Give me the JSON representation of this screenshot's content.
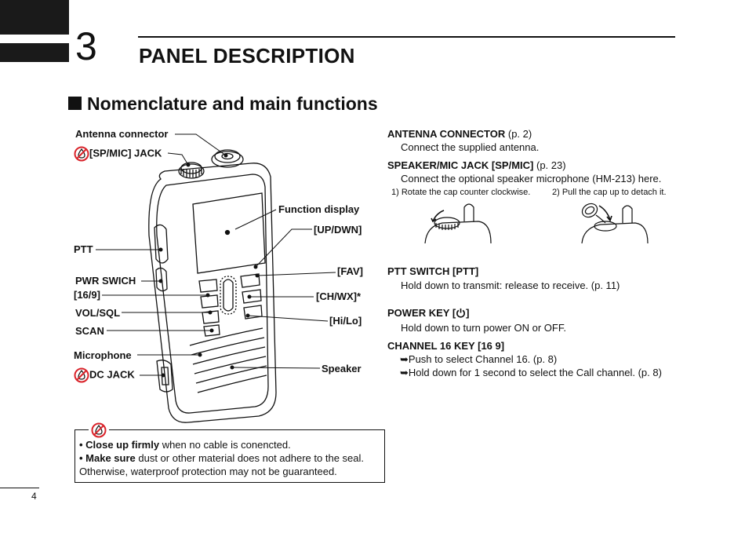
{
  "header": {
    "chapter_number": "3",
    "chapter_title": "PANEL DESCRIPTION",
    "section_title": "Nomenclature and main functions"
  },
  "diagram_labels": {
    "antenna_connector": "Antenna connector",
    "sp_mic_jack": "[SP/MIC] JACK",
    "function_display": "Function display",
    "up_dwn": "[UP/DWN]",
    "ptt": "PTT",
    "fav": "[FAV]",
    "pwr_switch": "PWR SWICH",
    "key_16_9": "[16/9]",
    "ch_wx": "[CH/WX]*",
    "vol_sql": "VOL/SQL",
    "hi_lo": "[Hi/Lo]",
    "scan": "SCAN",
    "microphone": "Microphone",
    "dc_jack": "DC JACK",
    "speaker": "Speaker"
  },
  "descriptions": {
    "antenna_title": "ANTENNA CONNECTOR",
    "antenna_page": "(p. 2)",
    "antenna_text": "Connect the supplied antenna.",
    "spmic_title": "SPEAKER/MIC JACK [SP/MIC]",
    "spmic_page": "(p. 23)",
    "spmic_text": "Connect the optional speaker microphone (HM-213) here.",
    "step1": "1) Rotate the cap counter clockwise.",
    "step2": "2) Pull the cap up to detach it.",
    "ptt_title": "PTT SWITCH [PTT]",
    "ptt_text": "Hold down to transmit: release to receive. (p. 11)",
    "power_title_pre": "POWER KEY [",
    "power_title_post": "]",
    "power_text": "Hold down to turn power ON or OFF.",
    "ch16_title": "CHANNEL 16 KEY [16 9]",
    "ch16_item1": "Push to select Channel 16. (p. 8)",
    "ch16_item2": "Hold down for 1 second to select the Call channel. (p. 8)"
  },
  "note": {
    "line1_bold": "• Close up firmly",
    "line1_rest": " when no cable is conencted.",
    "line2_bold": "• Make sure",
    "line2_rest": " dust or other material does not adhere to the seal.",
    "line3": "Otherwise, waterproof protection may not be guaranteed."
  },
  "footer": {
    "page_number": "4"
  },
  "icons": {
    "no_water": "no-water-drop-icon",
    "power": "power-icon",
    "arrow": "arrow-bullet-icon"
  },
  "colors": {
    "warning_red": "#d9232a",
    "text": "#111111"
  }
}
